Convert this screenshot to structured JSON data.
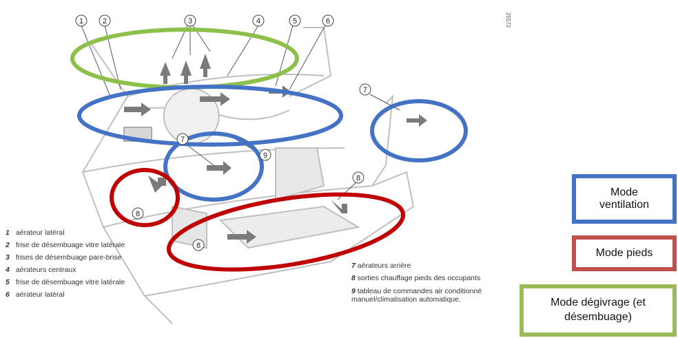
{
  "callouts": [
    "1",
    "2",
    "3",
    "4",
    "5",
    "6",
    "7",
    "7",
    "8",
    "8",
    "8",
    "9"
  ],
  "side_code": "25572",
  "legend_left": [
    {
      "num": "1",
      "text": "aérateur latéral"
    },
    {
      "num": "2",
      "text": "frise de désembuage vitre latérale"
    },
    {
      "num": "3",
      "text": "frises de désembuage pare-brise"
    },
    {
      "num": "4",
      "text": "aérateurs centraux"
    },
    {
      "num": "5",
      "text": "frise de désembuage vitre latérale"
    },
    {
      "num": "6",
      "text": "aérateur latéral"
    }
  ],
  "legend_right": [
    {
      "num": "7",
      "text": "aérateurs arrière"
    },
    {
      "num": "8",
      "text": "sorties chauffage pieds des occupants"
    },
    {
      "num": "9",
      "text": "tableau de commandes air conditionné manuel/climatisation automatique."
    }
  ],
  "modes": [
    {
      "label": "Mode ventilation",
      "color": "#4472c4"
    },
    {
      "label": "Mode pieds",
      "color": "#c0504d"
    },
    {
      "label": "Mode dégivrage (et désembuage)",
      "color": "#9bbb59"
    }
  ],
  "colors": {
    "ventilation": "#4472c4",
    "pieds": "#c00000",
    "degivrage": "#8dc04a",
    "arrow": "#666666"
  }
}
